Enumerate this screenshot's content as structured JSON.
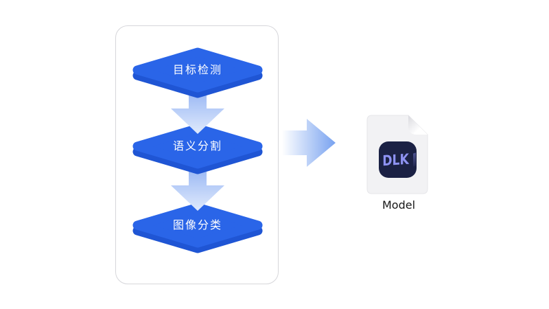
{
  "flow_panel": {
    "steps": [
      {
        "label": "目标检测"
      },
      {
        "label": "语义分割"
      },
      {
        "label": "图像分类"
      }
    ]
  },
  "output": {
    "file_label": "Model",
    "logo_text": "DLK"
  },
  "icons": {
    "down_arrow": "down-arrow-icon",
    "right_arrow": "right-arrow-icon",
    "model_file": "model-file-icon",
    "dlk_logo": "dlk-logo-icon"
  },
  "colors": {
    "diamond_face": "#2a65e8",
    "diamond_side": "#1f55d4",
    "down_arrow_top": "#8fb0f3",
    "down_arrow_bottom": "#e0eafc",
    "right_arrow_start": "#ffffff",
    "right_arrow_end": "#78a2f0",
    "panel_border": "#d6d6da",
    "file_fill": "#f2f2f4",
    "file_edge": "#e6e6e9",
    "fold_shadow": "#d9d9de",
    "logo_bg": "#1b2144",
    "logo_fg": "#8e92f2",
    "label_text": "#ffffff",
    "model_text": "#151515"
  }
}
